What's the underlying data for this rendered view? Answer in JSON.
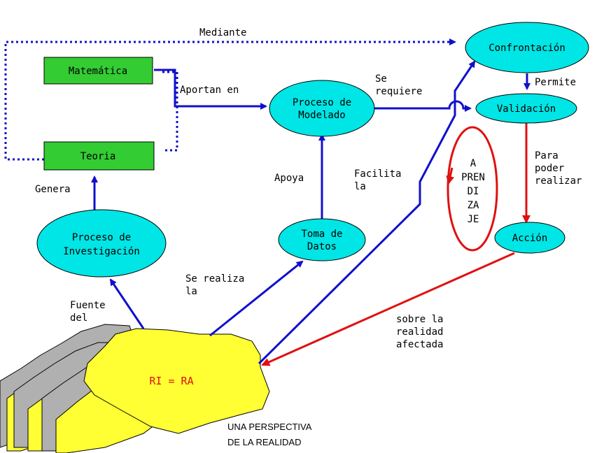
{
  "colors": {
    "node_fill": "#00e5e5",
    "box_fill": "#33cc33",
    "blob_fill": "#ffff33",
    "blob_shadow": "#b0b0b0",
    "arrow_blue": "#1010cc",
    "arrow_red": "#e01010",
    "ri_ra_text": "#e01010"
  },
  "nodes": {
    "confrontacion": "Confrontación",
    "validacion": "Validación",
    "accion": "Acción",
    "proceso_modelado": [
      "Proceso de",
      "Modelado"
    ],
    "proceso_investigacion": [
      "Proceso de",
      "Investigación"
    ],
    "toma_datos": [
      "Toma de",
      "Datos"
    ],
    "matematica": "Matemática",
    "teoria": "Teoria"
  },
  "edge_labels": {
    "mediante": "Mediante",
    "aportan_en": "Aportan en",
    "se_requiere": "Se\nrequiere",
    "permite": "Permite",
    "genera": "Genera",
    "apoya": "Apoya",
    "facilita_la": "Facilita\nla",
    "para_poder_realizar": "Para\npoder\nrealizar",
    "se_realiza_la": "Se realiza\nla",
    "fuente_del": "Fuente\ndel",
    "sobre_la_realidad": "sobre la\nrealidad\nafectada"
  },
  "aprendizaje": [
    "A",
    "PREN",
    "DI",
    "ZA",
    "JE"
  ],
  "reality": {
    "equation": "RI = RA",
    "caption_line1": "UNA PERSPECTIVA",
    "caption_line2": "DE LA REALIDAD"
  }
}
